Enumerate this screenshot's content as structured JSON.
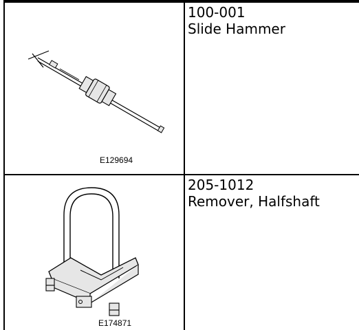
{
  "tools": [
    {
      "code": "100-001",
      "name": "Slide Hammer",
      "figure_id": "E129694",
      "icon": "slide-hammer-illustration"
    },
    {
      "code": "205-1012",
      "name": "Remover, Halfshaft",
      "figure_id": "E174871",
      "icon": "halfshaft-remover-illustration"
    }
  ],
  "colors": {
    "ink": "#000000",
    "background": "#ffffff",
    "illustration_fill": "#e6e6e6"
  }
}
